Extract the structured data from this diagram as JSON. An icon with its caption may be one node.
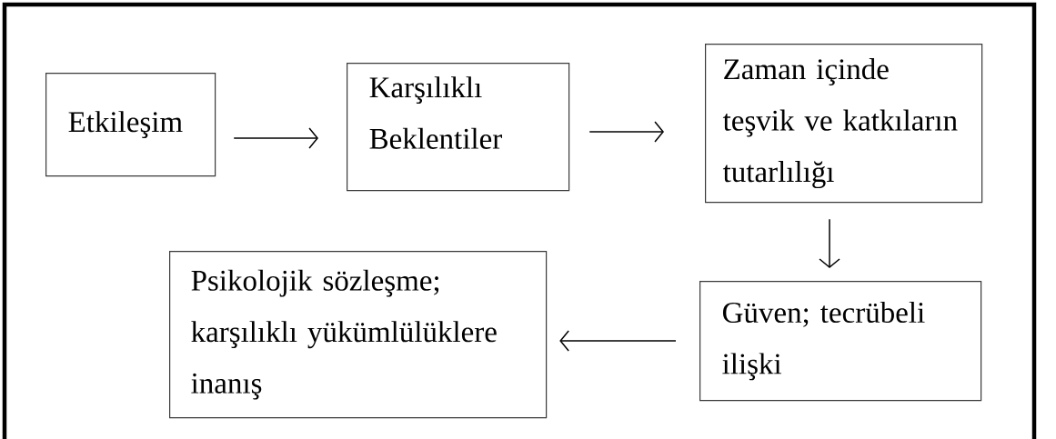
{
  "diagram": {
    "nodes": [
      {
        "text": [
          "Etkileşim"
        ]
      },
      {
        "text": [
          "Karşılıklı Beklentiler"
        ]
      },
      {
        "text": [
          "Zaman içinde teşvik ve katkıların tutarlılığı"
        ]
      },
      {
        "text": [
          "Güven; tecrübeli ilişki"
        ]
      },
      {
        "text": [
          "Psikolojik sözleşme; karşılıklı yükümlülüklere inanış"
        ]
      }
    ],
    "edges": [
      {
        "from": 0,
        "to": 1,
        "arrow": "to"
      },
      {
        "from": 1,
        "to": 2,
        "arrow": "to"
      },
      {
        "from": 2,
        "to": 3,
        "arrow": "to"
      },
      {
        "from": 3,
        "to": 4,
        "arrow": "to"
      }
    ]
  }
}
